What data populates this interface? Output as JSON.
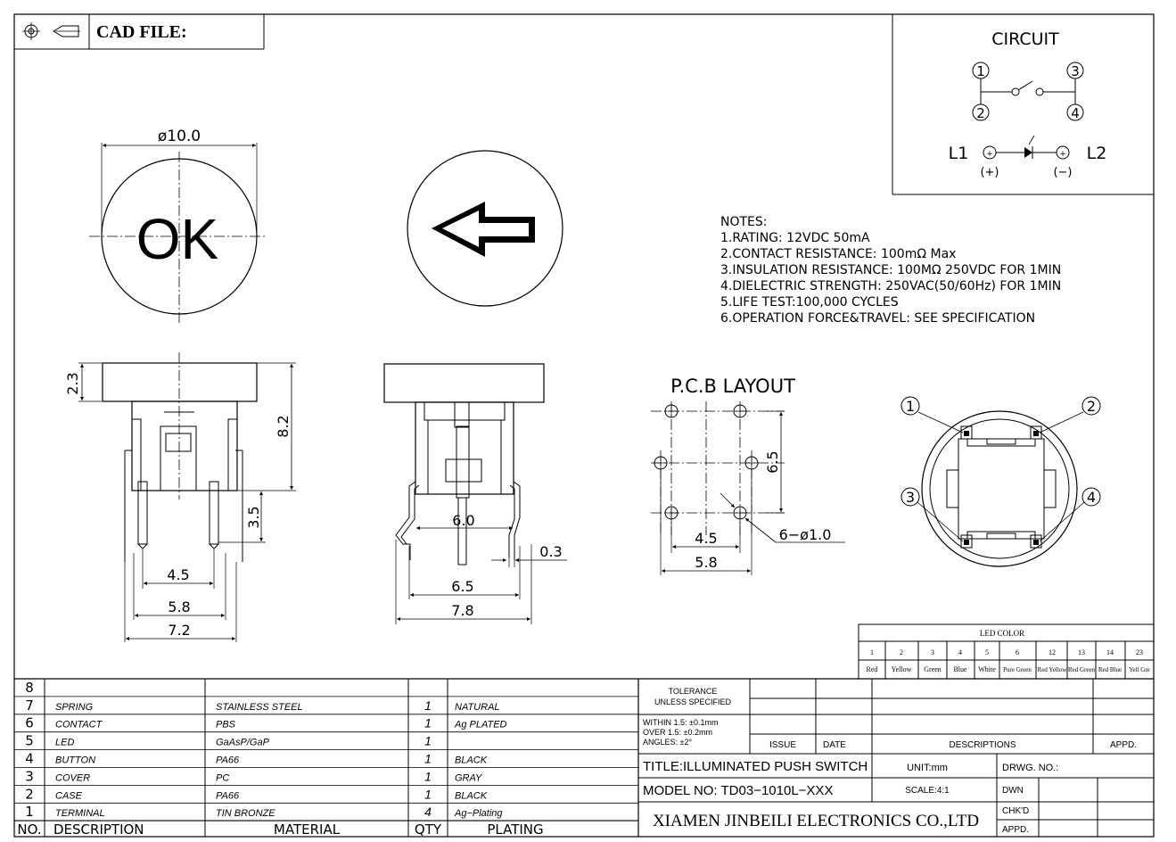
{
  "header": {
    "cad_label": "CAD FILE:"
  },
  "top_view": {
    "diameter_label": "ø10.0",
    "ok_text": "OK"
  },
  "circuit": {
    "title": "CIRCUIT",
    "pins": [
      "1",
      "2",
      "3",
      "4"
    ],
    "l1": "L1",
    "l2": "L2",
    "plus": "(+)",
    "minus": "(−)",
    "terminal_plus": "+",
    "terminal_minus": "+"
  },
  "notes": {
    "title": "NOTES:",
    "lines": [
      "1.RATING: 12VDC 50mA",
      "2.CONTACT RESISTANCE: 100mΩ Max",
      "3.INSULATION RESISTANCE: 100MΩ 250VDC FOR 1MIN",
      "4.DIELECTRIC STRENGTH: 250VAC(50/60Hz) FOR 1MIN",
      "5.LIFE TEST:100,000 CYCLES",
      "6.OPERATION FORCE&TRAVEL: SEE SPECIFICATION"
    ]
  },
  "side_view": {
    "d_2_3": "2.3",
    "d_8_2": "8.2",
    "d_3_5": "3.5",
    "d_4_5": "4.5",
    "d_5_8": "5.8",
    "d_7_2": "7.2"
  },
  "front_view": {
    "d_6_0": "6.0",
    "d_0_3": "0.3",
    "d_6_5": "6.5",
    "d_7_8": "7.8"
  },
  "pcb": {
    "title": "P.C.B LAYOUT",
    "d_6_5": "6.5",
    "holes": "6−ø1.0",
    "d_4_5": "4.5",
    "d_5_8": "5.8"
  },
  "bottom_view": {
    "pins": [
      "1",
      "2",
      "3",
      "4"
    ]
  },
  "led_color": {
    "title": "LED COLOR",
    "codes": [
      "1",
      "2",
      "3",
      "4",
      "5",
      "6",
      "12",
      "13",
      "14",
      "23"
    ],
    "names": [
      "Red",
      "Yellow",
      "Green",
      "Blue",
      "White",
      "Pure Green",
      "Red Yellow",
      "Red Green",
      "Red Blue",
      "Yell Gre"
    ]
  },
  "bom": {
    "rows": [
      {
        "no": "8",
        "desc": "",
        "mat": "",
        "qty": "",
        "plating": ""
      },
      {
        "no": "7",
        "desc": "SPRING",
        "mat": "STAINLESS STEEL",
        "qty": "1",
        "plating": "NATURAL"
      },
      {
        "no": "6",
        "desc": "CONTACT",
        "mat": "PBS",
        "qty": "1",
        "plating": "Ag PLATED"
      },
      {
        "no": "5",
        "desc": "LED",
        "mat": "GaAsP/GaP",
        "qty": "1",
        "plating": ""
      },
      {
        "no": "4",
        "desc": "BUTTON",
        "mat": "PA66",
        "qty": "1",
        "plating": "BLACK"
      },
      {
        "no": "3",
        "desc": "COVER",
        "mat": "PC",
        "qty": "1",
        "plating": "GRAY"
      },
      {
        "no": "2",
        "desc": "CASE",
        "mat": "PA66",
        "qty": "1",
        "plating": "BLACK"
      },
      {
        "no": "1",
        "desc": "TERMINAL",
        "mat": "TIN BRONZE",
        "qty": "4",
        "plating": "Ag−Plating"
      }
    ],
    "header": {
      "no": "NO.",
      "desc": "DESCRIPTION",
      "mat": "MATERIAL",
      "qty": "QTY",
      "plating": "PLATING"
    }
  },
  "title_block": {
    "tolerance1": "TOLERANCE",
    "tolerance2": "UNLESS SPECIFIED",
    "within": "WITHIN 1.5: ±0.1mm",
    "over": "OVER 1.5: ±0.2mm",
    "angles": "ANGLES: ±2°",
    "issue": "ISSUE",
    "date": "DATE",
    "descriptions": "DESCRIPTIONS",
    "appd": "APPD.",
    "title": "TITLE:ILLUMINATED PUSH SWITCH",
    "unit": "UNIT:mm",
    "drwg": "DRWG. NO.:",
    "model": "MODEL NO: TD03−1010L−XXX",
    "scale": "SCALE:4:1",
    "dwn": "DWN",
    "chkd": "CHK'D",
    "appd2": "APPD.",
    "company": "XIAMEN JINBEILI ELECTRONICS CO.,LTD"
  }
}
